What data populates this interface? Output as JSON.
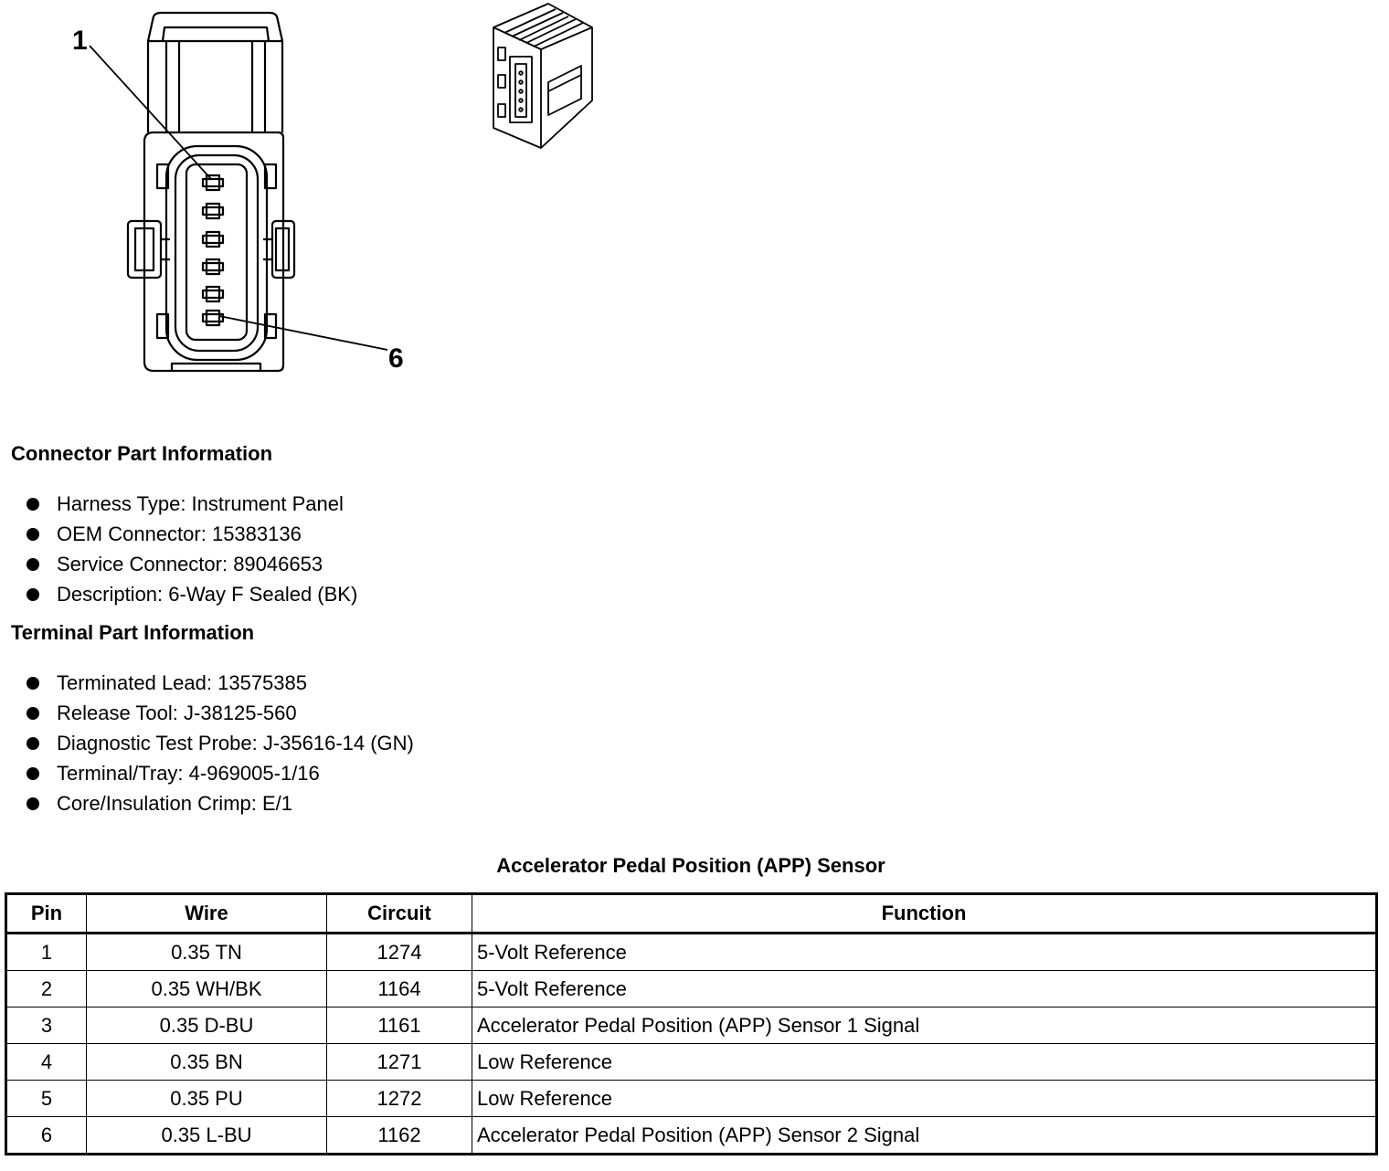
{
  "diagram": {
    "callout_first": "1",
    "callout_last": "6"
  },
  "connector_part_information": {
    "heading": "Connector Part Information",
    "items": [
      "Harness Type: Instrument Panel",
      "OEM Connector: 15383136",
      "Service Connector: 89046653",
      "Description: 6-Way F Sealed (BK)"
    ]
  },
  "terminal_part_information": {
    "heading": "Terminal Part Information",
    "items": [
      "Terminated Lead: 13575385",
      "Release Tool: J-38125-560",
      "Diagnostic Test Probe: J-35616-14 (GN)",
      "Terminal/Tray: 4-969005-1/16",
      "Core/Insulation Crimp: E/1"
    ]
  },
  "pin_table": {
    "title": "Accelerator Pedal Position (APP) Sensor",
    "headers": [
      "Pin",
      "Wire",
      "Circuit",
      "Function"
    ],
    "rows": [
      [
        "1",
        "0.35 TN",
        "1274",
        "5-Volt Reference"
      ],
      [
        "2",
        "0.35 WH/BK",
        "1164",
        "5-Volt Reference"
      ],
      [
        "3",
        "0.35 D-BU",
        "1161",
        "Accelerator Pedal Position (APP) Sensor 1 Signal"
      ],
      [
        "4",
        "0.35 BN",
        "1271",
        "Low Reference"
      ],
      [
        "5",
        "0.35 PU",
        "1272",
        "Low Reference"
      ],
      [
        "6",
        "0.35 L-BU",
        "1162",
        "Accelerator Pedal Position (APP) Sensor 2 Signal"
      ]
    ]
  }
}
